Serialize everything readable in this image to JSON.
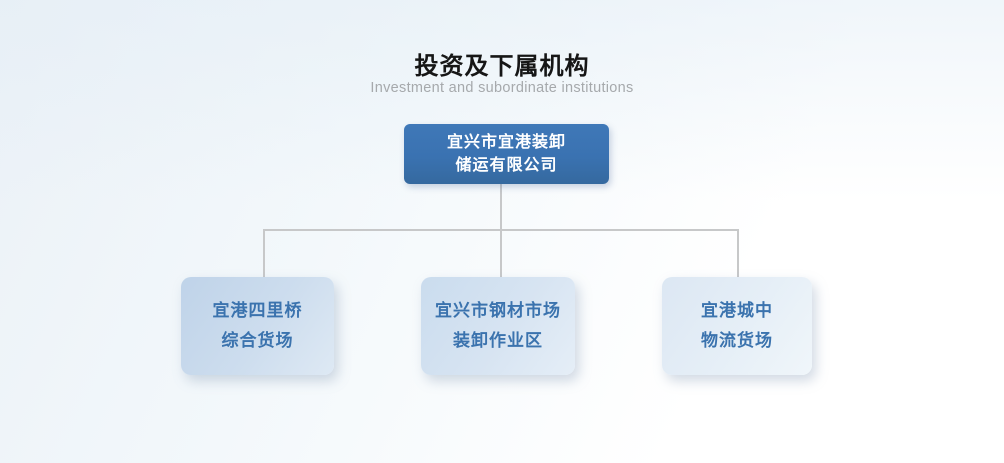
{
  "page": {
    "title": "投资及下属机构",
    "subtitle": "Investment and subordinate institutions"
  },
  "org": {
    "root": {
      "line1": "宜兴市宜港装卸",
      "line2": "储运有限公司"
    },
    "children": [
      {
        "line1": "宜港四里桥",
        "line2": "综合货场"
      },
      {
        "line1": "宜兴市钢材市场",
        "line2": "装卸作业区"
      },
      {
        "line1": "宜港城中",
        "line2": "物流货场"
      }
    ]
  },
  "colors": {
    "root_box_fill": "#3a72b1",
    "root_box_text": "#ffffff",
    "child_box_fill_1": "#c8daec",
    "child_box_fill_2": "#d3e1f0",
    "child_box_fill_3": "#e3ecf6",
    "child_box_text": "#3b73ae",
    "connector_line": "#c7c8c9",
    "title_text": "#161616",
    "subtitle_text": "#a6a9ac",
    "background_top": "#ebf1f7",
    "background_bottom": "#ffffff"
  }
}
